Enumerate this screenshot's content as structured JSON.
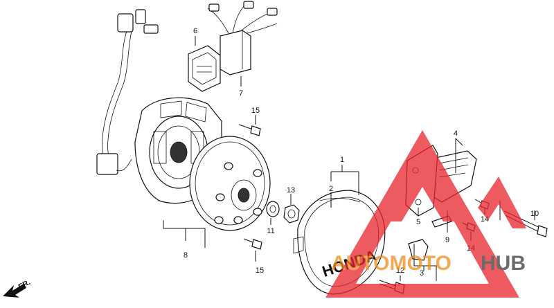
{
  "diagram": {
    "brand_text": "HONDA",
    "direction_label": "FR.",
    "callouts": [
      "1",
      "2",
      "3",
      "4",
      "5",
      "6",
      "7",
      "8",
      "9",
      "10",
      "11",
      "12",
      "13",
      "14",
      "14",
      "15",
      "15"
    ]
  },
  "watermark": {
    "text_orange": "AUTOMOTO",
    "text_dark": "HUB",
    "color_red": "#e8252b",
    "color_orange": "#f28c1a",
    "color_dark": "#3a3a3a"
  }
}
